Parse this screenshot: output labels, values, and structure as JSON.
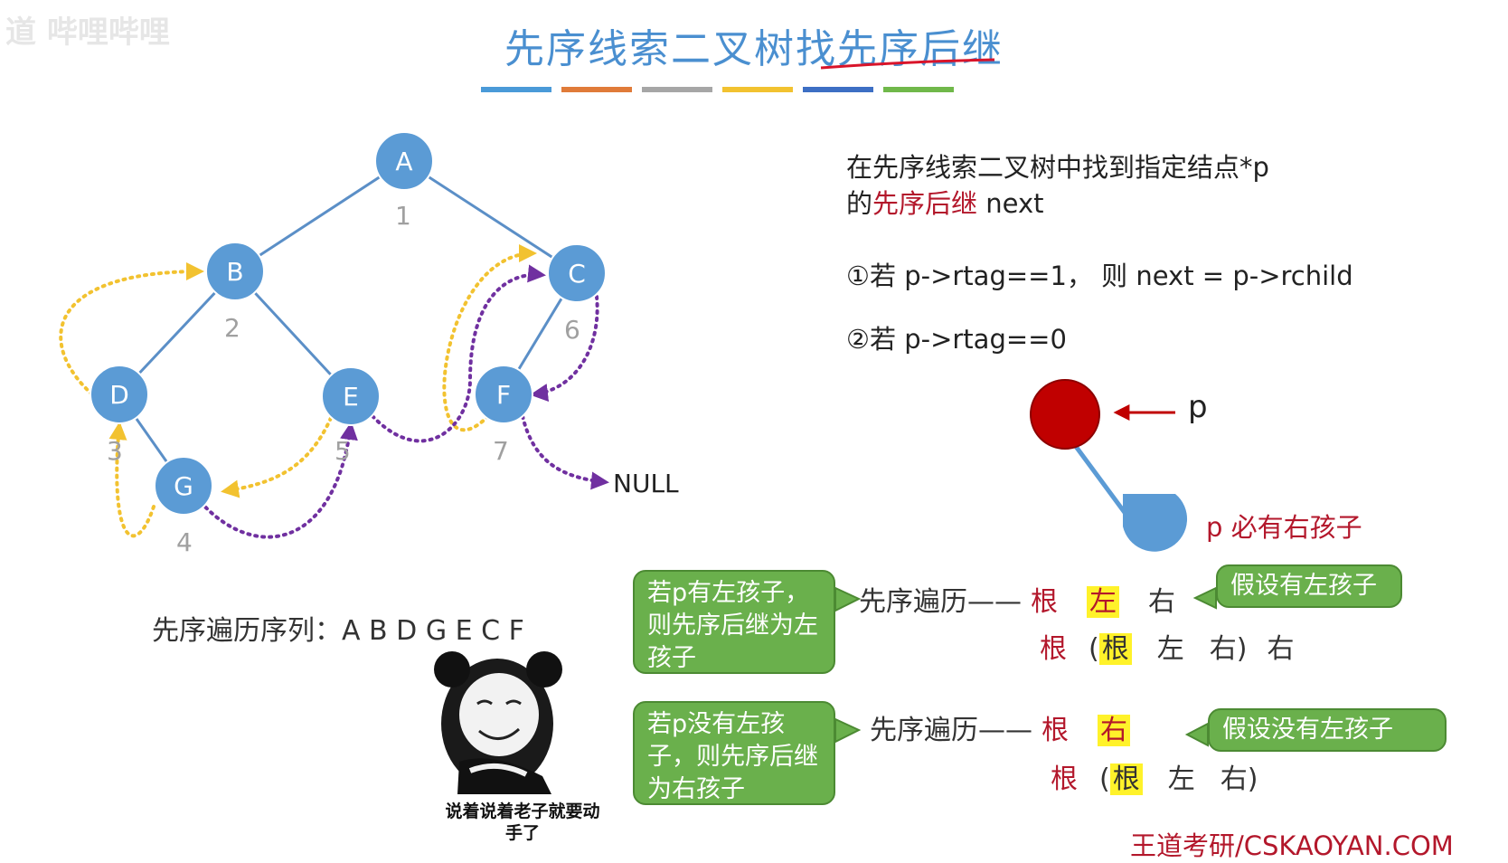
{
  "watermark": "道 哔哩哔哩",
  "title": "先序线索二叉树找先序后继",
  "bar_colors": [
    "#4a9ad8",
    "#e07b39",
    "#a6a6a6",
    "#f2c230",
    "#3d6fc4",
    "#70b84a"
  ],
  "tree": {
    "nodes": [
      {
        "label": "A",
        "order": "1"
      },
      {
        "label": "B",
        "order": "2"
      },
      {
        "label": "D",
        "order": "3"
      },
      {
        "label": "G",
        "order": "4"
      },
      {
        "label": "E",
        "order": "5"
      },
      {
        "label": "C",
        "order": "6"
      },
      {
        "label": "F",
        "order": "7"
      }
    ],
    "null_label": "NULL",
    "node_color": "#5b9bd5",
    "edge_color": "#5b8fc7",
    "left_thread_color": "#f2c230",
    "right_thread_color": "#7030a0"
  },
  "sequence": {
    "label": "先序遍历序列：",
    "value": "A B D G E C F"
  },
  "desc": {
    "line1": "在先序线索二叉树中找到指定结点*p",
    "line2_prefix": "的",
    "line2_red": "先序后继",
    "line2_suffix": " next",
    "case1": "①若 p->rtag==1， 则 next = p->rchild",
    "case2": "②若 p->rtag==0"
  },
  "p_diagram": {
    "p_label": "p",
    "right_child_label": "p 必有右孩子",
    "p_color": "#c00000",
    "child_color": "#5b9bd5"
  },
  "case_left": {
    "callout": "若p有左孩子，则先序后继为左孩子",
    "row1_prefix": "先序遍历——",
    "row1": [
      "根",
      "左",
      "右"
    ],
    "row2": [
      "根",
      "(",
      "根",
      "左",
      "右",
      ")",
      "右"
    ],
    "assume": "假设有左孩子"
  },
  "case_right": {
    "callout": "若p没有左孩子，则先序后继为右孩子",
    "row1_prefix": "先序遍历——",
    "row1": [
      "根",
      "右"
    ],
    "row2": [
      "根",
      "(",
      "根",
      "左",
      "右",
      ")"
    ],
    "assume": "假设没有左孩子"
  },
  "meme_caption": "说着说着老子就要动手了",
  "footer": "王道考研/CSKAOYAN.COM"
}
